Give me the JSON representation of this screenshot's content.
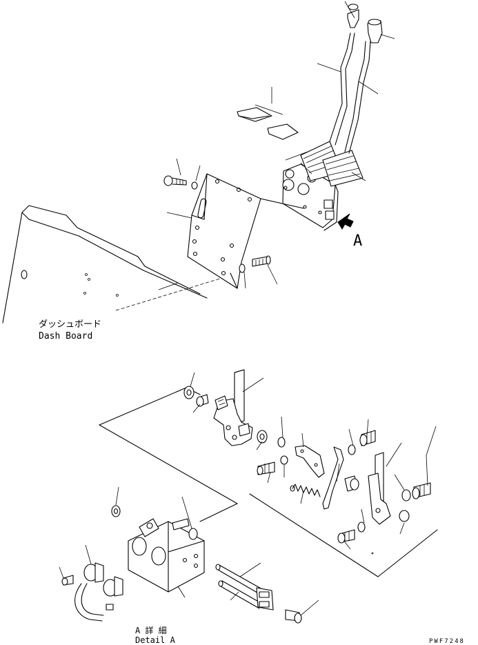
{
  "labels": {
    "dash_board_jp": "ダッシュボード",
    "dash_board_en": "Dash Board",
    "view_a": "A",
    "detail_a_jp": "A 詳 細",
    "detail_a_en": "Detail A",
    "drawing_code": "PWF7248"
  }
}
